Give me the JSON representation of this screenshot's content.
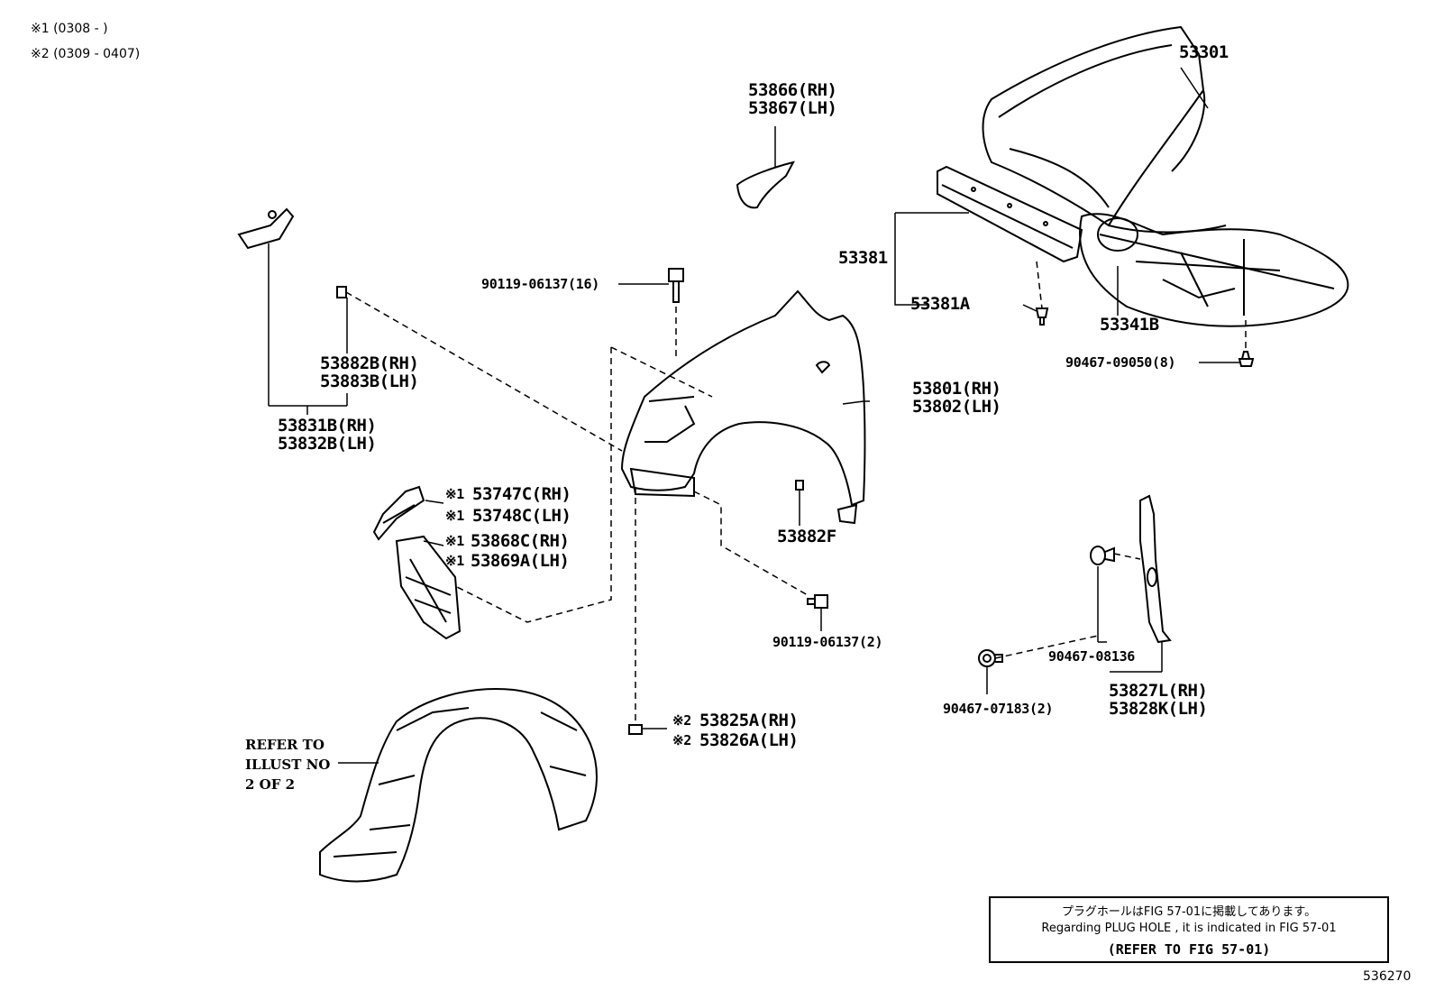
{
  "notes": [
    "※1 (0308 -        )",
    "※2 (0309 - 0407)"
  ],
  "parts": {
    "hood": "53301",
    "hood_seal_rh": "53866(RH)",
    "hood_seal_lh": "53867(LH)",
    "seal": "53381",
    "seal_clip": "53381A",
    "insulator": "53341B",
    "insulator_clip": "90467-09050(8)",
    "bolt_top": "90119-06137(16)",
    "fender_rh": "53801(RH)",
    "fender_lh": "53802(LH)",
    "bracket_rh": "53882B(RH)",
    "bracket_lh": "53883B(LH)",
    "brace_rh": "53831B(RH)",
    "brace_lh": "53832B(LH)",
    "s1_53747c": "53747C(RH)",
    "s1_53748c": "53748C(LH)",
    "s1_53868c": "53868C(RH)",
    "s1_53869a": "53869A(LH)",
    "s1_mark": "※1",
    "s2_mark": "※2",
    "clip_53882f": "53882F",
    "bolt_bottom": "90119-06137(2)",
    "clip_90467_08136": "90467-08136",
    "clip_90467_07183": "90467-07183(2)",
    "protector_rh": "53827L(RH)",
    "protector_lh": "53828K(LH)",
    "s2_53825a": "53825A(RH)",
    "s2_53826a": "53826A(LH)"
  },
  "refer": {
    "line1": "REFER TO",
    "line2": "ILLUST NO",
    "line3": "2 OF 2"
  },
  "notice": {
    "line_jp": "プラグホールはFIG 57-01に掲載してあります。",
    "line_en": "Regarding  PLUG  HOLE , it is indicated in  FIG  57-01",
    "line_ref": "(REFER TO FIG 57-01)"
  },
  "figure_id": "536270"
}
